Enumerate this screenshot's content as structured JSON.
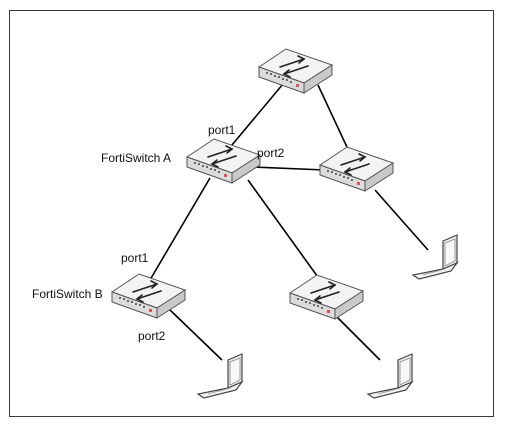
{
  "labels": {
    "switch_a": "FortiSwitch A",
    "switch_b": "FortiSwitch B",
    "a_port1": "port1",
    "a_port2": "port2",
    "b_port1": "port1",
    "b_port2": "port2"
  },
  "devices": {
    "switches": [
      "top-switch",
      "fortiswitch-a",
      "right-switch",
      "fortiswitch-b",
      "middle-switch"
    ],
    "laptops": [
      "laptop-right",
      "laptop-b",
      "laptop-middle"
    ]
  },
  "links": [
    [
      "fortiswitch-a",
      "top-switch"
    ],
    [
      "top-switch",
      "right-switch"
    ],
    [
      "fortiswitch-a",
      "right-switch"
    ],
    [
      "fortiswitch-a",
      "fortiswitch-b"
    ],
    [
      "fortiswitch-a",
      "middle-switch"
    ],
    [
      "right-switch",
      "laptop-right"
    ],
    [
      "fortiswitch-b",
      "laptop-b"
    ],
    [
      "middle-switch",
      "laptop-middle"
    ]
  ],
  "colors": {
    "line": "#000000",
    "switch_top": "#f2f2f2",
    "switch_side": "#d9d9d9",
    "switch_stroke": "#555555",
    "laptop_screen": "#e8e8e8",
    "port_led": "#d9534f"
  }
}
